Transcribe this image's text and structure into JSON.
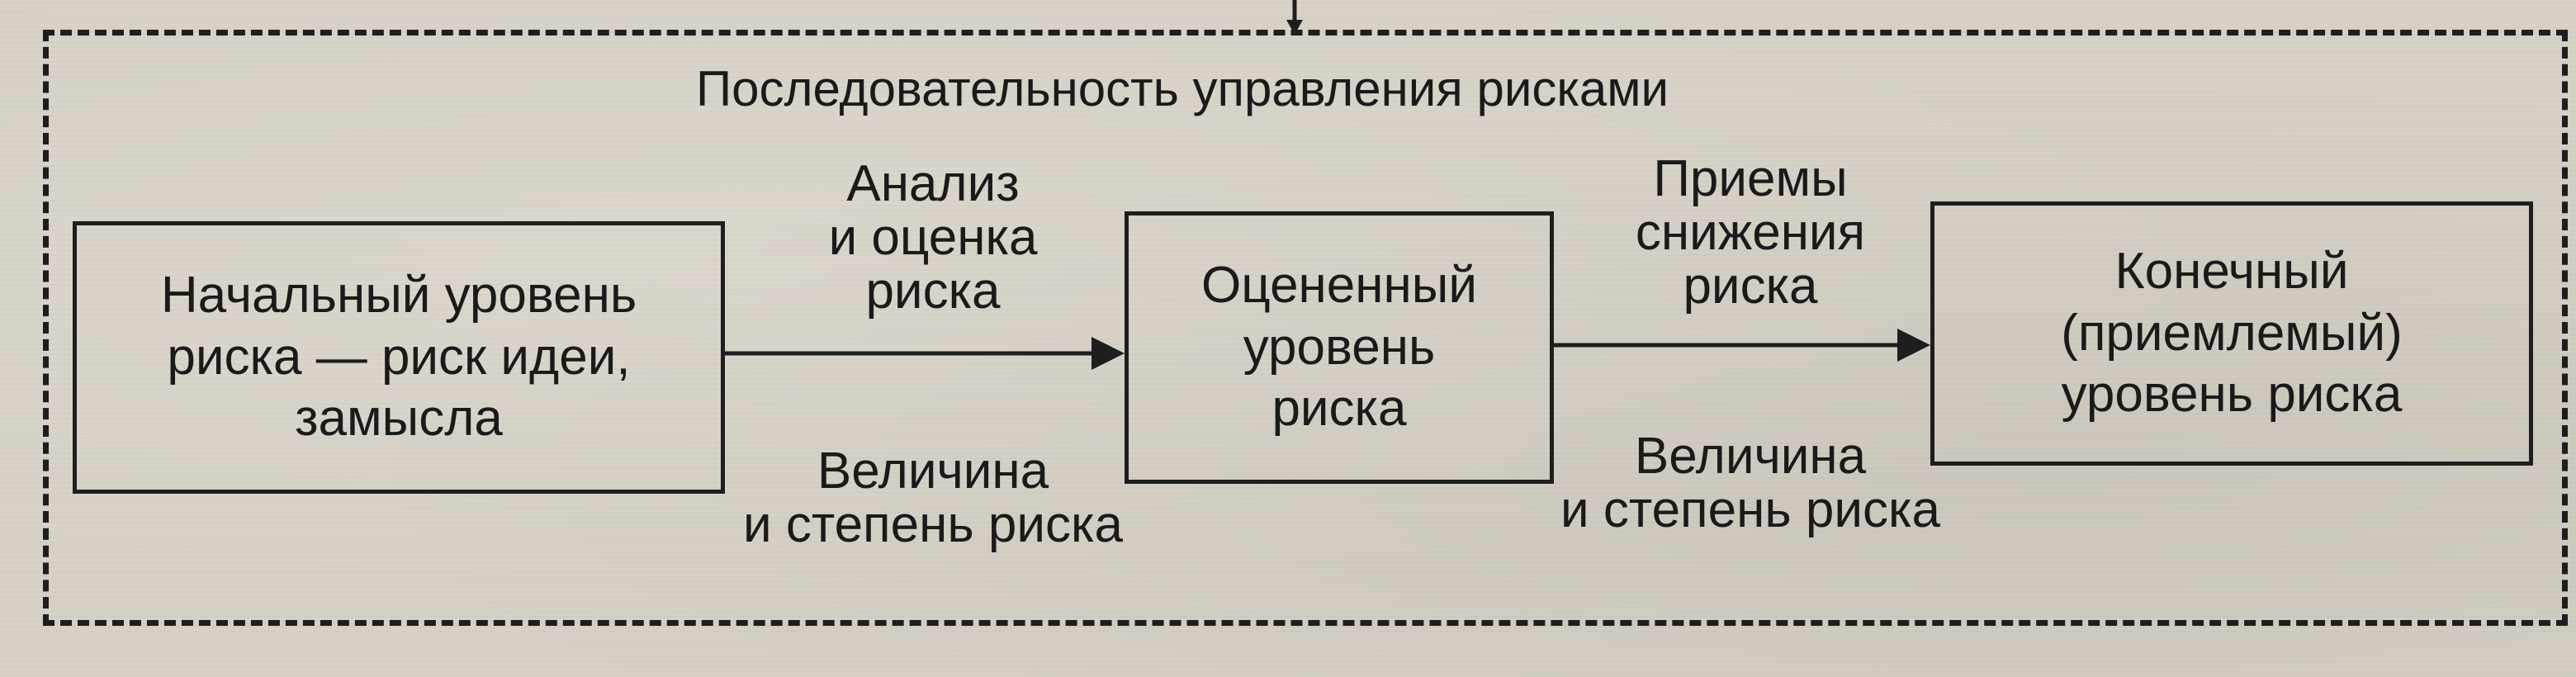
{
  "title": "Последовательность управления рисками",
  "nodes": {
    "initial": "Начальный уровень\nриска — риск идеи,\nзамысла",
    "assessed": "Оцененный\nуровень\nриска",
    "final": "Конечный\n(приемлемый)\nуровень риска"
  },
  "edges": {
    "first": {
      "above": "Анализ\nи оценка\nриска",
      "below": "Величина\nи степень риска"
    },
    "second": {
      "above": "Приемы\nснижения\nриска",
      "below": "Величина\nи степень риска"
    }
  },
  "colors": {
    "ink": "#1e1e1e",
    "paper": "#d7d1c6"
  }
}
